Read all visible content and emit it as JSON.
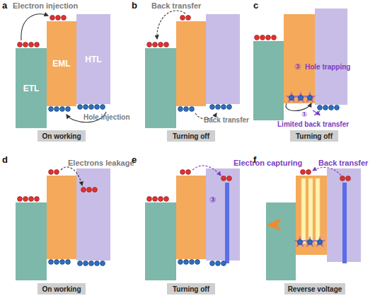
{
  "diagram": {
    "nodes": [
      {
        "text": [
          "ETL"
        ]
      },
      {
        "text": [
          "EML"
        ]
      },
      {
        "text": [
          "HTL"
        ]
      },
      {
        "text": [
          "On working"
        ]
      },
      {
        "text": [
          "Turning off"
        ]
      },
      {
        "text": [
          "Turning off"
        ]
      },
      {
        "text": [
          "On working"
        ]
      },
      {
        "text": [
          "Turning off"
        ]
      },
      {
        "text": [
          "Reverse voltage"
        ]
      }
    ],
    "labels": [
      "a",
      "Electron injection",
      "Hole injection",
      "b",
      "Back transfer",
      "Back transfer",
      "c",
      "②",
      "Hole trapping",
      "①",
      "Limited back transfer",
      "d",
      "Electrons leakage",
      "e",
      "Electron capturing",
      "③",
      "f",
      "Back transfer"
    ]
  }
}
